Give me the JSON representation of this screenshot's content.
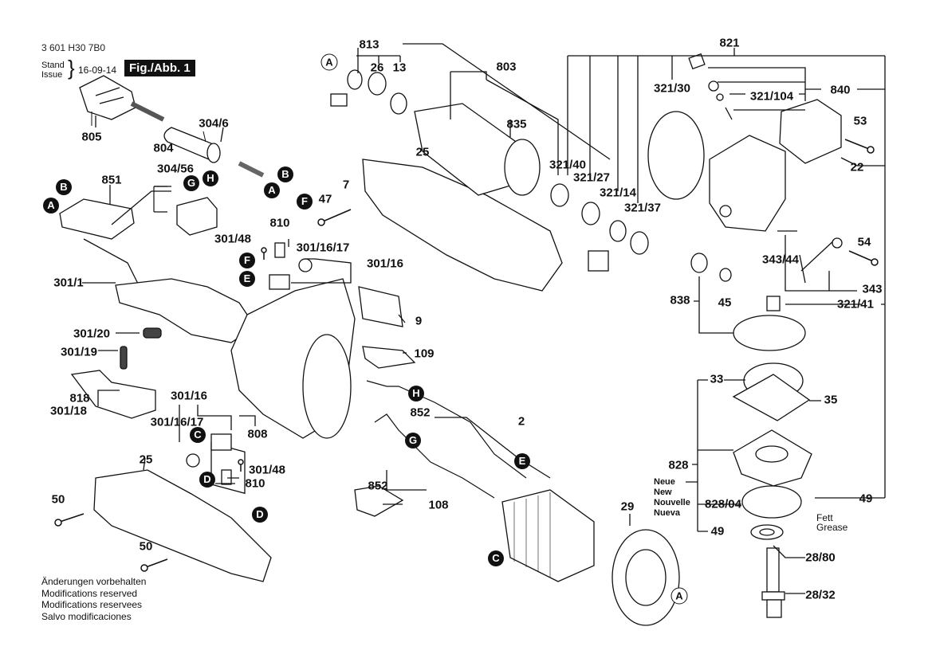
{
  "header": {
    "part_number": "3 601 H30 7B0",
    "stand_label": "Stand",
    "issue_label": "Issue",
    "date": "16-09-14",
    "figure_label": "Fig./Abb. 1"
  },
  "footer": {
    "notes": [
      "Änderungen vorbehalten",
      "Modifications reserved",
      "Modifications reservees",
      "Salvo modificaciones"
    ]
  },
  "neue_note": [
    "Neue",
    "New",
    "Nouvelle",
    "Nueva"
  ],
  "grease_note": [
    "Fett",
    "Grease"
  ],
  "part_labels": [
    {
      "id": "805",
      "text": "805"
    },
    {
      "id": "304-6",
      "text": "304/6"
    },
    {
      "id": "804",
      "text": "804"
    },
    {
      "id": "304-56",
      "text": "304/56"
    },
    {
      "id": "851",
      "text": "851"
    },
    {
      "id": "810-a",
      "text": "810"
    },
    {
      "id": "301-48-a",
      "text": "301/48"
    },
    {
      "id": "301-16-17-a",
      "text": "301/16/17"
    },
    {
      "id": "301-16-a",
      "text": "301/16"
    },
    {
      "id": "47",
      "text": "47"
    },
    {
      "id": "7",
      "text": "7"
    },
    {
      "id": "25-a",
      "text": "25"
    },
    {
      "id": "301-1",
      "text": "301/1"
    },
    {
      "id": "301-20",
      "text": "301/20"
    },
    {
      "id": "301-19",
      "text": "301/19"
    },
    {
      "id": "818",
      "text": "818"
    },
    {
      "id": "301-18",
      "text": "301/18"
    },
    {
      "id": "301-16-b",
      "text": "301/16"
    },
    {
      "id": "301-16-17-b",
      "text": "301/16/17"
    },
    {
      "id": "808",
      "text": "808"
    },
    {
      "id": "301-48-b",
      "text": "301/48"
    },
    {
      "id": "810-b",
      "text": "810"
    },
    {
      "id": "25-b",
      "text": "25"
    },
    {
      "id": "50-a",
      "text": "50"
    },
    {
      "id": "50-b",
      "text": "50"
    },
    {
      "id": "9",
      "text": "9"
    },
    {
      "id": "109",
      "text": "109"
    },
    {
      "id": "852-a",
      "text": "852"
    },
    {
      "id": "852-b",
      "text": "852"
    },
    {
      "id": "2",
      "text": "2"
    },
    {
      "id": "108",
      "text": "108"
    },
    {
      "id": "29",
      "text": "29"
    },
    {
      "id": "813",
      "text": "813"
    },
    {
      "id": "26",
      "text": "26"
    },
    {
      "id": "13",
      "text": "13"
    },
    {
      "id": "803",
      "text": "803"
    },
    {
      "id": "835",
      "text": "835"
    },
    {
      "id": "321-40",
      "text": "321/40"
    },
    {
      "id": "321-27",
      "text": "321/27"
    },
    {
      "id": "321-14",
      "text": "321/14"
    },
    {
      "id": "321-37",
      "text": "321/37"
    },
    {
      "id": "821",
      "text": "821"
    },
    {
      "id": "321-30",
      "text": "321/30"
    },
    {
      "id": "321-104",
      "text": "321/104"
    },
    {
      "id": "840",
      "text": "840"
    },
    {
      "id": "53",
      "text": "53"
    },
    {
      "id": "22",
      "text": "22"
    },
    {
      "id": "54",
      "text": "54"
    },
    {
      "id": "343-44",
      "text": "343/44"
    },
    {
      "id": "343",
      "text": "343"
    },
    {
      "id": "838",
      "text": "838"
    },
    {
      "id": "45",
      "text": "45"
    },
    {
      "id": "321-41",
      "text": "321/41"
    },
    {
      "id": "33",
      "text": "33"
    },
    {
      "id": "35",
      "text": "35"
    },
    {
      "id": "828",
      "text": "828"
    },
    {
      "id": "828-04",
      "text": "828/04"
    },
    {
      "id": "49-a",
      "text": "49"
    },
    {
      "id": "49-b",
      "text": "49"
    },
    {
      "id": "28-80",
      "text": "28/80"
    },
    {
      "id": "28-32",
      "text": "28/32"
    }
  ],
  "callouts": [
    {
      "id": "A1",
      "letter": "A",
      "style": "outline"
    },
    {
      "id": "B1",
      "letter": "B",
      "style": "filled"
    },
    {
      "id": "A2",
      "letter": "A",
      "style": "filled"
    },
    {
      "id": "B2",
      "letter": "B",
      "style": "filled"
    },
    {
      "id": "A3",
      "letter": "A",
      "style": "filled"
    },
    {
      "id": "G1",
      "letter": "G",
      "style": "filled"
    },
    {
      "id": "H1",
      "letter": "H",
      "style": "filled"
    },
    {
      "id": "F1",
      "letter": "F",
      "style": "filled"
    },
    {
      "id": "F2",
      "letter": "F",
      "style": "filled"
    },
    {
      "id": "E1",
      "letter": "E",
      "style": "filled"
    },
    {
      "id": "C1",
      "letter": "C",
      "style": "filled"
    },
    {
      "id": "D1",
      "letter": "D",
      "style": "filled"
    },
    {
      "id": "D2",
      "letter": "D",
      "style": "filled"
    },
    {
      "id": "H2",
      "letter": "H",
      "style": "filled"
    },
    {
      "id": "G2",
      "letter": "G",
      "style": "filled"
    },
    {
      "id": "E2",
      "letter": "E",
      "style": "filled"
    },
    {
      "id": "C2",
      "letter": "C",
      "style": "filled"
    },
    {
      "id": "A4",
      "letter": "A",
      "style": "outline"
    }
  ]
}
